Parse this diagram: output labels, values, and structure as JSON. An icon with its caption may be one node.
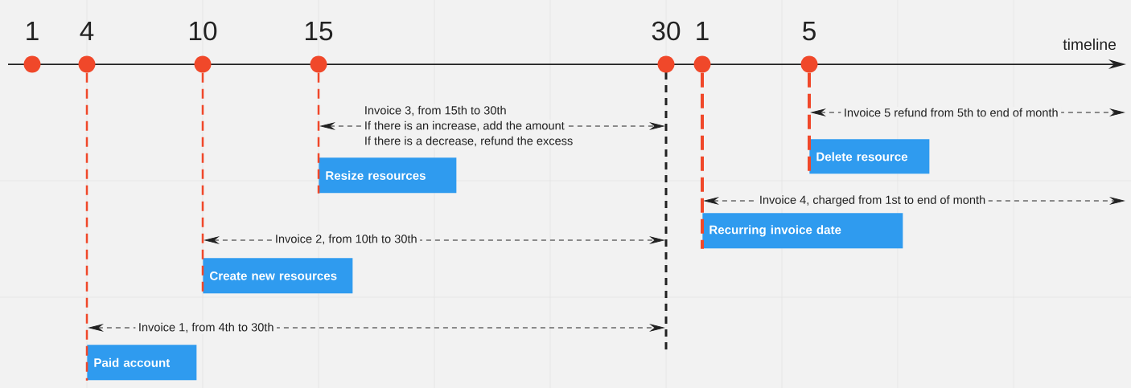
{
  "diagram": {
    "nodes": [
      {
        "text": [
          "1"
        ]
      },
      {
        "text": [
          "4"
        ]
      },
      {
        "text": [
          "10"
        ]
      },
      {
        "text": [
          "15"
        ]
      },
      {
        "text": [
          "30"
        ]
      },
      {
        "text": [
          "1"
        ]
      },
      {
        "text": [
          "5"
        ]
      },
      {
        "text": [
          "Delete resource"
        ]
      },
      {
        "text": [
          "Resize resources"
        ]
      },
      {
        "text": [
          "Recurring invoice date"
        ]
      },
      {
        "text": [
          "Create new resources"
        ]
      },
      {
        "text": [
          "Paid account"
        ]
      }
    ],
    "edges": [
      {
        "from": 1,
        "to": 11,
        "arrow": "none",
        "style": "dashed"
      },
      {
        "from": 2,
        "to": 10,
        "arrow": "none",
        "style": "dashed"
      },
      {
        "from": 3,
        "to": 8,
        "arrow": "none",
        "style": "dashed"
      },
      {
        "from": 5,
        "to": 9,
        "arrow": "none",
        "style": "dashed"
      },
      {
        "from": 6,
        "to": 7,
        "arrow": "none",
        "style": "dashed"
      }
    ],
    "labels": [
      "timeline",
      "Invoice 3, from 15th to 30th",
      "Invoice 5 refund from 5th to end of month",
      "If there is an increase, add the amount",
      "If there is a decrease, refund the excess",
      "Invoice 4, charged from 1st to end of month",
      "Invoice 2, from 10th to 30th",
      "Invoice 1, from 4th to 30th"
    ]
  }
}
